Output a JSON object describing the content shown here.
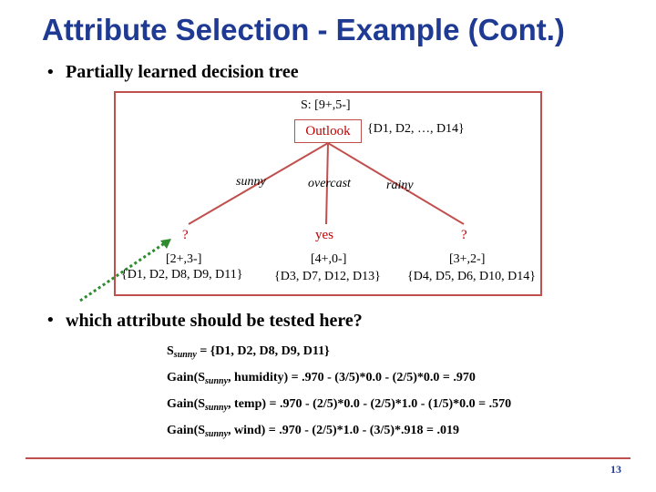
{
  "slide": {
    "title": "Attribute Selection - Example (Cont.)",
    "bullet1": "Partially learned decision tree",
    "bullet2": "which attribute should be tested here?",
    "page_number": "13"
  },
  "tree": {
    "root_counts": "S: [9+,5-]",
    "root_attr": "Outlook",
    "root_set": "{D1, D2, …, D14}",
    "edges": [
      "sunny",
      "overcast",
      "rainy"
    ],
    "children": [
      {
        "label": "?",
        "counts": "[2+,3-]",
        "set": "{D1, D2, D8, D9, D11}"
      },
      {
        "label": "yes",
        "counts": "[4+,0-]",
        "set": "{D3, D7, D12, D13}"
      },
      {
        "label": "?",
        "counts": "[3+,2-]",
        "set": "{D4, D5, D6, D10, D14}"
      }
    ]
  },
  "calculations": [
    {
      "pre": "S",
      "sub": "sunny",
      "post": "= {D1, D2, D8, D9, D11}"
    },
    {
      "pre": "Gain(S",
      "sub": "sunny",
      "post": ", humidity) = .970 - (3/5)*0.0 - (2/5)*0.0 = .970"
    },
    {
      "pre": "Gain(S",
      "sub": "sunny",
      "post": ", temp) = .970 - (2/5)*0.0 - (2/5)*1.0 - (1/5)*0.0 = .570"
    },
    {
      "pre": "Gain(S",
      "sub": "sunny",
      "post": ", wind) = .970 - (2/5)*1.0 - (3/5)*.918 = .019"
    }
  ],
  "colors": {
    "title": "#1f3a93",
    "accent": "#c0504d",
    "node_text": "#c00000",
    "pointer": "#2e8b2e"
  }
}
